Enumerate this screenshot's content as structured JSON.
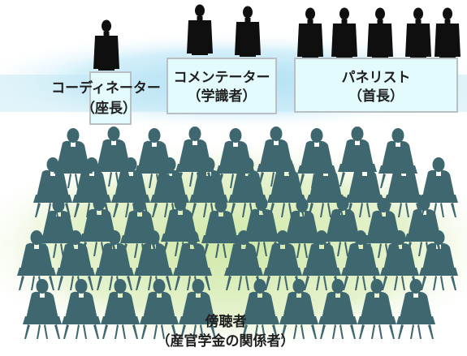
{
  "stage": {
    "coordinator": {
      "role": "コーディネーター",
      "title": "（座長）"
    },
    "commentator": {
      "role": "コメンテーター",
      "title": "（学識者）"
    },
    "panelists": {
      "role": "パネリスト",
      "title": "（首長）"
    }
  },
  "audience": {
    "role": "傍聴者",
    "title": "（産官学金の関係者）"
  },
  "colors": {
    "silhouette": "#3f6770",
    "stage_band": "#bfe6f5",
    "floor": "#d6ebb4",
    "podium_fill": "#e3fbfc",
    "podium_border": "#b9c0c3"
  }
}
